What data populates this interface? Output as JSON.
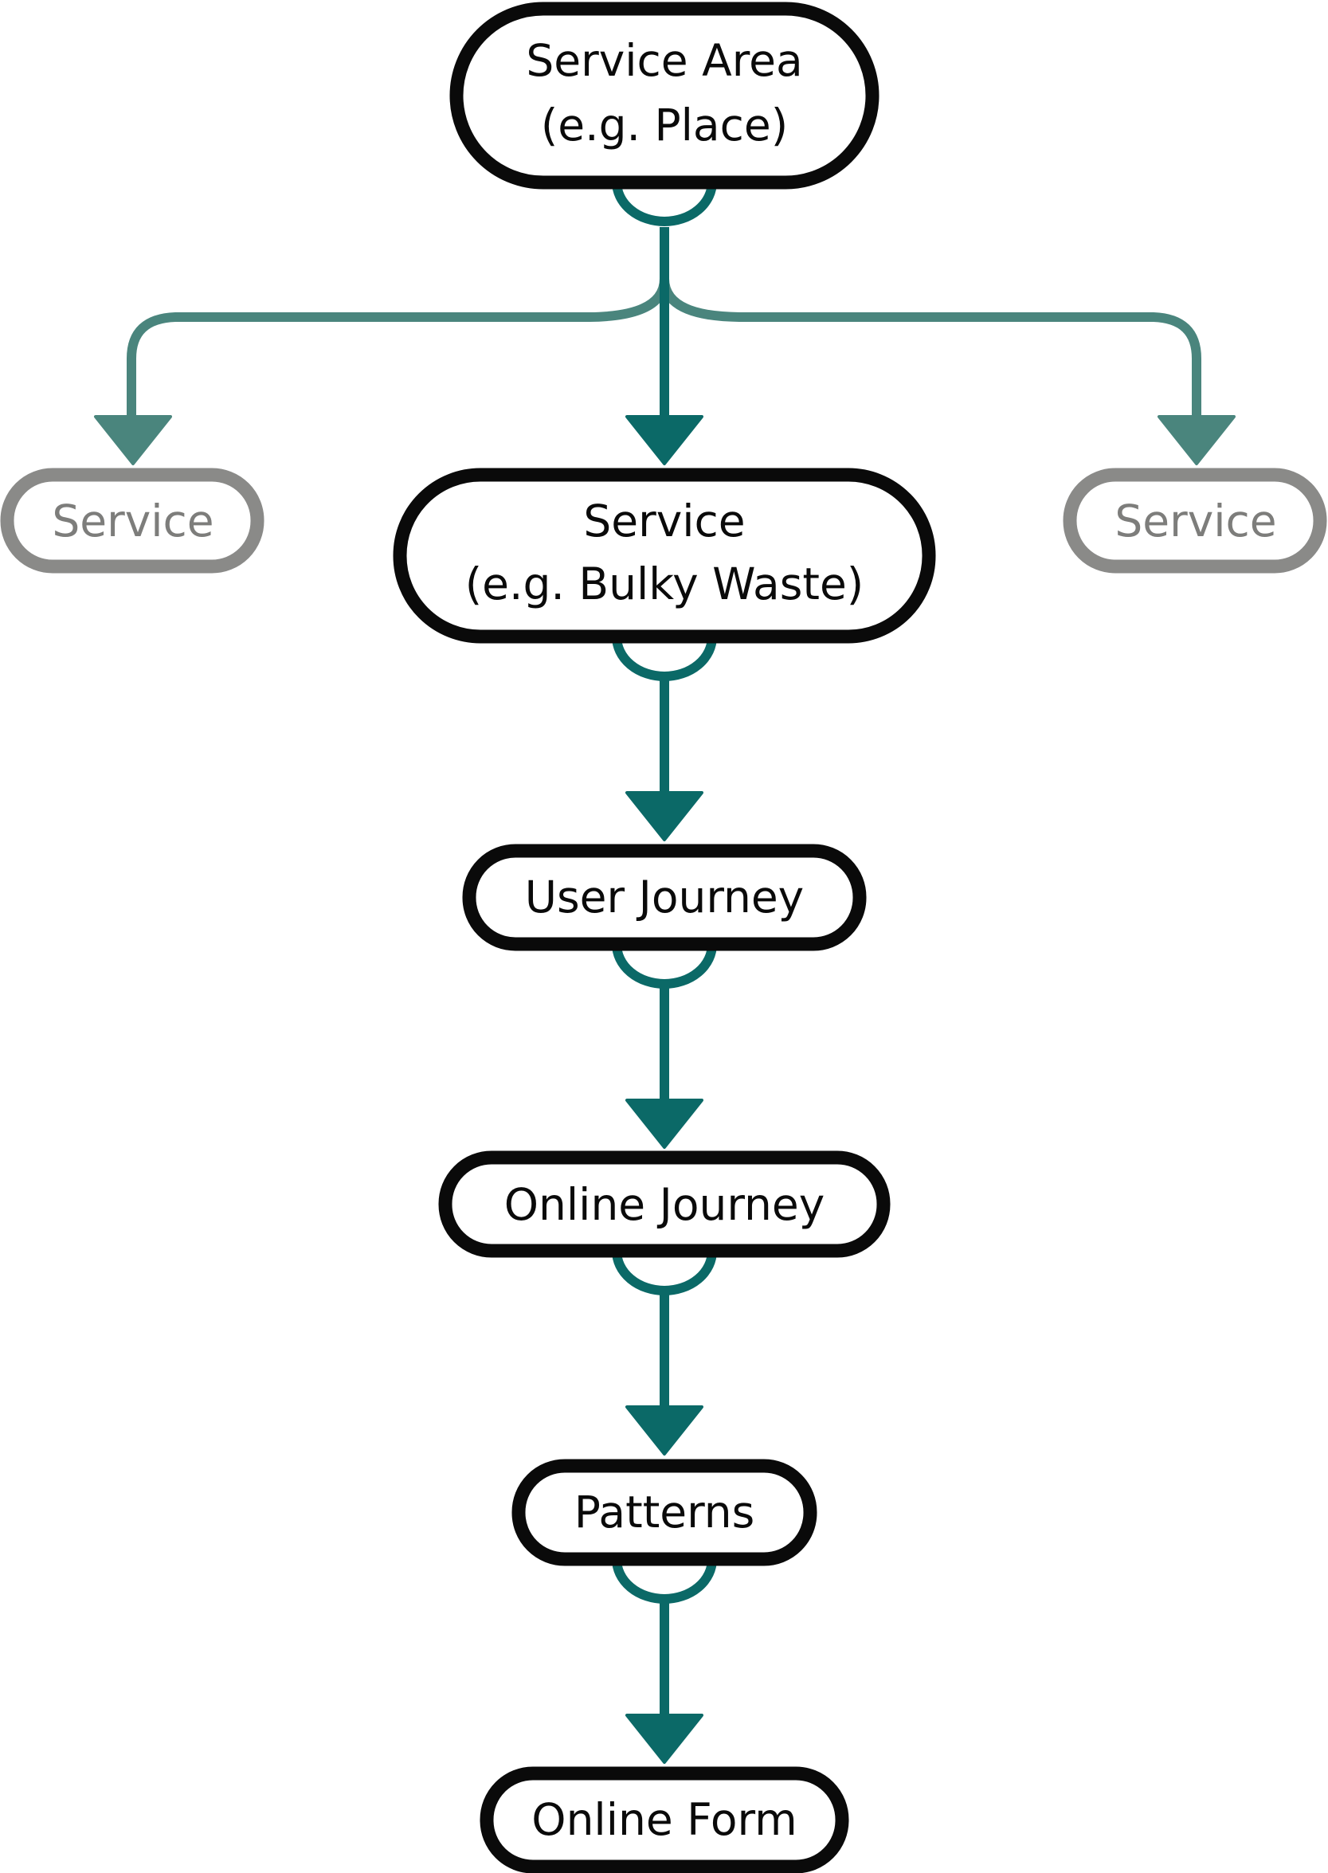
{
  "colors": {
    "primary_stroke": "#0a0a0a",
    "secondary_stroke": "#8a8a88",
    "primary_text": "#0a0a0a",
    "secondary_text": "#7d7d7b",
    "connector_main": "#0b6967",
    "connector_side": "#4a857d",
    "background": "#ffffff"
  },
  "nodes": {
    "service_area": {
      "line1": "Service Area",
      "line2": "(e.g. Place)"
    },
    "service_left": {
      "label": "Service"
    },
    "service_main": {
      "line1": "Service",
      "line2": "(e.g. Bulky Waste)"
    },
    "service_right": {
      "label": "Service"
    },
    "user_journey": {
      "label": "User Journey"
    },
    "online_journey": {
      "label": "Online Journey"
    },
    "patterns": {
      "label": "Patterns"
    },
    "online_form": {
      "label": "Online Form"
    }
  }
}
